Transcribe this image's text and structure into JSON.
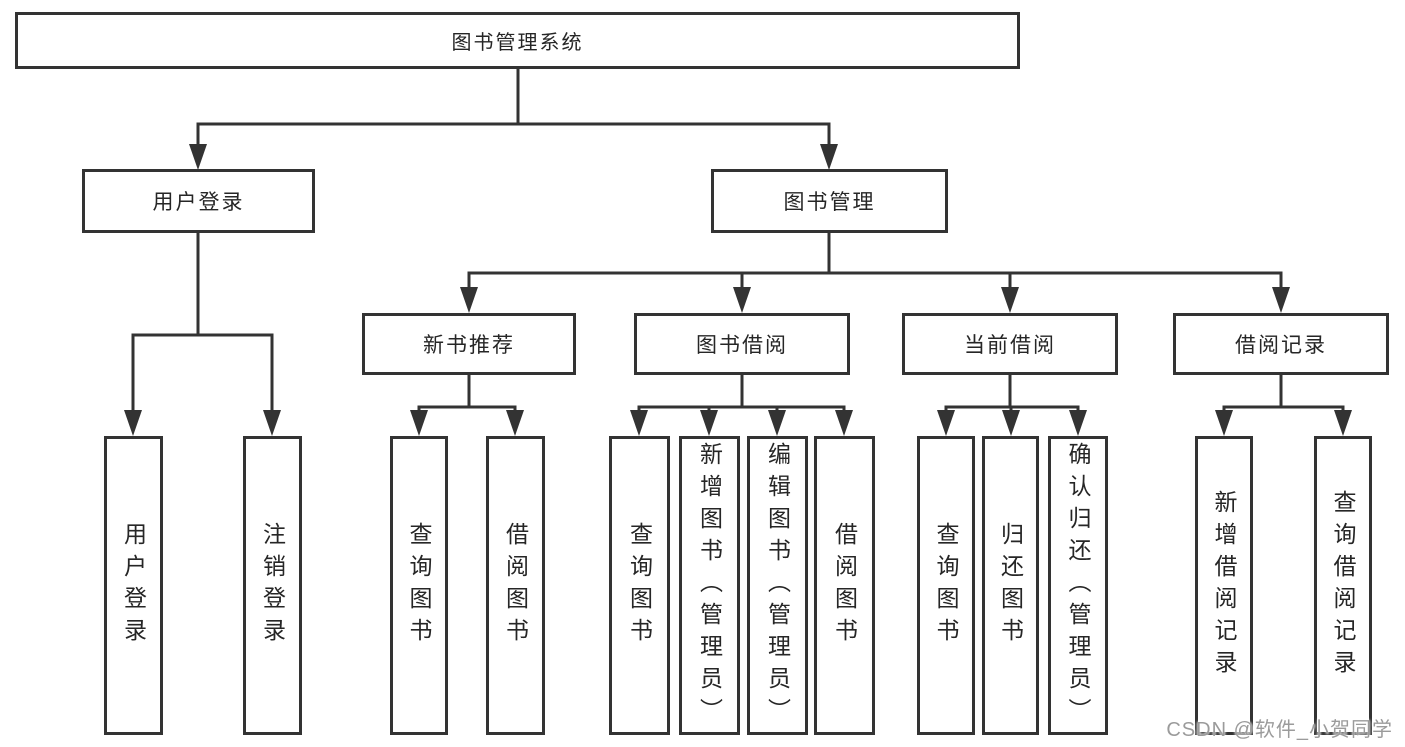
{
  "tree": {
    "label": "图书管理系统",
    "children": [
      {
        "label": "用户登录",
        "children": [
          {
            "label": "用户登录"
          },
          {
            "label": "注销登录"
          }
        ]
      },
      {
        "label": "图书管理",
        "children": [
          {
            "label": "新书推荐",
            "children": [
              {
                "label": "查询图书"
              },
              {
                "label": "借阅图书"
              }
            ]
          },
          {
            "label": "图书借阅",
            "children": [
              {
                "label": "查询图书"
              },
              {
                "label": "新增图书（管理员）"
              },
              {
                "label": "编辑图书（管理员）"
              },
              {
                "label": "借阅图书"
              }
            ]
          },
          {
            "label": "当前借阅",
            "children": [
              {
                "label": "查询图书"
              },
              {
                "label": "归还图书"
              },
              {
                "label": "确认归还（管理员）"
              }
            ]
          },
          {
            "label": "借阅记录",
            "children": [
              {
                "label": "新增借阅记录"
              },
              {
                "label": "查询借阅记录"
              }
            ]
          }
        ]
      }
    ]
  },
  "watermark": "CSDN @软件_小贺同学",
  "colors": {
    "line": "#333333",
    "text": "#262626",
    "box_fill": "#ffffff",
    "watermark": "#9b9b9b"
  }
}
